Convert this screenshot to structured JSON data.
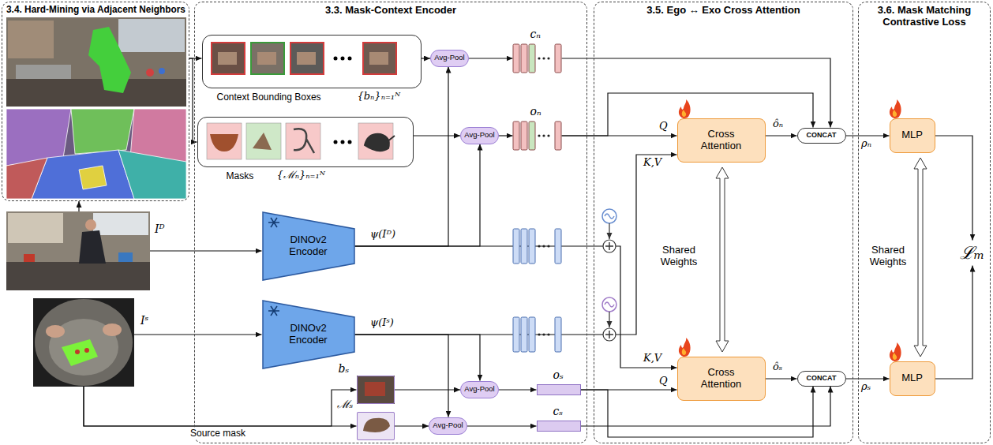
{
  "diagram": {
    "nodes": [
      {
        "text": [
          "3.4. Hard-Mining via Adjacent Neighbors"
        ]
      },
      {
        "text": [
          "3.3. Mask-Context Encoder"
        ]
      },
      {
        "text": [
          "3.5. Ego ↔ Exo Cross Attention"
        ]
      },
      {
        "text": [
          "3.6. Mask Matching Contrastive Loss"
        ]
      },
      {
        "text": [
          "Context Bounding Boxes",
          "{bₙ}ₙ₌₁ᴺ"
        ],
        "in": 1
      },
      {
        "text": [
          "Masks",
          "{ℳₙ}ₙ₌₁ᴺ"
        ],
        "in": 1
      },
      {
        "text": [
          "Avg-Pool"
        ],
        "in": 1
      },
      {
        "text": [
          "Avg-Pool"
        ],
        "in": 1
      },
      {
        "text": [
          "cₙ"
        ],
        "in": 1
      },
      {
        "text": [
          "oₙ"
        ],
        "in": 1
      },
      {
        "text": [
          "Iᴰ"
        ]
      },
      {
        "text": [
          "DINOv2 Encoder"
        ],
        "in": 1
      },
      {
        "text": [
          "Iˢ"
        ]
      },
      {
        "text": [
          "DINOv2 Encoder"
        ],
        "in": 1
      },
      {
        "text": [
          "bₛ"
        ],
        "in": 1
      },
      {
        "text": [
          "Avg-Pool"
        ],
        "in": 1
      },
      {
        "text": [
          "oₛ"
        ],
        "in": 1
      },
      {
        "text": [
          "ℳₛ"
        ],
        "in": 1
      },
      {
        "text": [
          "Avg-Pool"
        ],
        "in": 1
      },
      {
        "text": [
          "cₛ"
        ],
        "in": 1
      },
      {
        "text": [
          "Cross Attention"
        ],
        "in": 2
      },
      {
        "text": [
          "CONCAT"
        ],
        "in": 2
      },
      {
        "text": [
          "Cross Attention"
        ],
        "in": 2
      },
      {
        "text": [
          "CONCAT"
        ],
        "in": 2
      },
      {
        "text": [
          "MLP"
        ],
        "in": 3
      },
      {
        "text": [
          "MLP"
        ],
        "in": 3
      },
      {
        "text": [
          "ℒₘ"
        ],
        "in": 3
      }
    ],
    "edges": [
      {
        "from": 0,
        "to": 4,
        "arrow": "to"
      },
      {
        "from": 0,
        "to": 5,
        "arrow": "to"
      },
      {
        "from": 10,
        "to": 0,
        "arrow": "to"
      },
      {
        "from": 10,
        "to": 11,
        "arrow": "to"
      },
      {
        "from": 11,
        "to": 6,
        "arrow": "to"
      },
      {
        "from": 11,
        "to": 7,
        "arrow": "to"
      },
      {
        "from": 11,
        "to": 22,
        "label": "ψ(Iᴰ)",
        "arrow": "to"
      },
      {
        "from": 4,
        "to": 6,
        "arrow": "to"
      },
      {
        "from": 6,
        "to": 8,
        "arrow": "to"
      },
      {
        "from": 5,
        "to": 7,
        "arrow": "to"
      },
      {
        "from": 7,
        "to": 9,
        "arrow": "to"
      },
      {
        "from": 8,
        "to": 21,
        "arrow": "to"
      },
      {
        "from": 9,
        "to": 20,
        "label": "Q",
        "arrow": "to"
      },
      {
        "from": 9,
        "to": 21,
        "arrow": "to"
      },
      {
        "from": 12,
        "to": 13,
        "arrow": "to"
      },
      {
        "from": 13,
        "to": 20,
        "label": "ψ(Iˢ)",
        "arrow": "to"
      },
      {
        "from": 13,
        "to": 15,
        "arrow": "to"
      },
      {
        "from": 13,
        "to": 18,
        "arrow": "to"
      },
      {
        "from": 12,
        "to": 14,
        "arrow": "to"
      },
      {
        "from": 12,
        "to": 17,
        "label": "Source mask",
        "arrow": "to"
      },
      {
        "from": 14,
        "to": 15,
        "arrow": "to"
      },
      {
        "from": 15,
        "to": 16,
        "arrow": "to"
      },
      {
        "from": 17,
        "to": 18,
        "arrow": "to"
      },
      {
        "from": 18,
        "to": 19,
        "arrow": "to"
      },
      {
        "from": 16,
        "to": 22,
        "label": "Q",
        "arrow": "to"
      },
      {
        "from": 16,
        "to": 23,
        "arrow": "to"
      },
      {
        "from": 19,
        "to": 23,
        "arrow": "to"
      },
      {
        "from": 20,
        "to": 21,
        "label": "ôₙ",
        "arrow": "to"
      },
      {
        "from": 22,
        "to": 23,
        "label": "ôₛ",
        "arrow": "to"
      },
      {
        "from": 21,
        "to": 24,
        "label": "ρₙ",
        "arrow": "to"
      },
      {
        "from": 23,
        "to": 25,
        "label": "ρₛ",
        "arrow": "to"
      },
      {
        "from": 24,
        "to": 26,
        "arrow": "to"
      },
      {
        "from": 25,
        "to": 26,
        "arrow": "to"
      }
    ],
    "labels": [
      "K,V",
      "K,V",
      "Shared Weights",
      "Shared Weights"
    ]
  }
}
